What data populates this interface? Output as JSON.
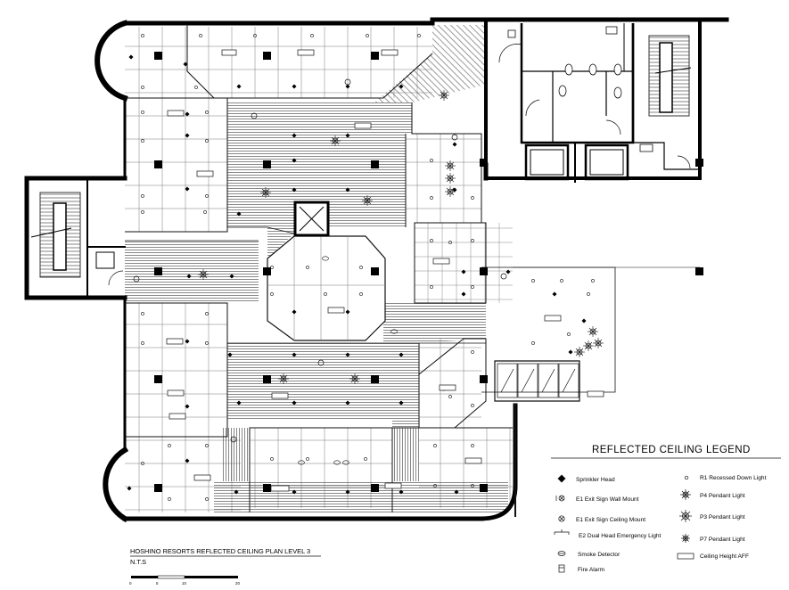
{
  "drawing": {
    "title": "HOSHINO RESORTS REFLECTED CEILING PLAN LEVEL 3",
    "scale_note": "N.T.S",
    "scale_bar_ticks": [
      "0",
      "5",
      "10",
      "20"
    ]
  },
  "legend": {
    "title": "REFLECTED CEILING LEGEND",
    "left_items": [
      {
        "icon": "sprinkler-head-icon",
        "label": "Sprinkler Head"
      },
      {
        "icon": "exit-sign-wall-mount-icon",
        "label": "E1 Exit Sign Wall Mount"
      },
      {
        "icon": "exit-sign-ceiling-mount-icon",
        "label": "E1 Exit Sign Ceiling Mount"
      },
      {
        "icon": "emergency-light-icon",
        "label": "E2 Dual Head Emergency Light"
      },
      {
        "icon": "smoke-detector-icon",
        "label": "Smoke Detector"
      },
      {
        "icon": "fire-alarm-icon",
        "label": "Fire Alarm"
      }
    ],
    "right_items": [
      {
        "icon": "recessed-down-light-icon",
        "label": "R1 Recessed Down Light"
      },
      {
        "icon": "p4-pendant-light-icon",
        "label": "P4 Pendant Light"
      },
      {
        "icon": "p3-pendant-light-icon",
        "label": "P3 Pendant Light"
      },
      {
        "icon": "p7-pendant-light-icon",
        "label": "P7 Pendant Light"
      },
      {
        "icon": "ceiling-height-tag-icon",
        "label": "Ceiling Height AFF"
      }
    ]
  },
  "colors": {
    "line": "#111111",
    "wall": "#000000",
    "hatch": "#555555",
    "background": "#ffffff"
  }
}
